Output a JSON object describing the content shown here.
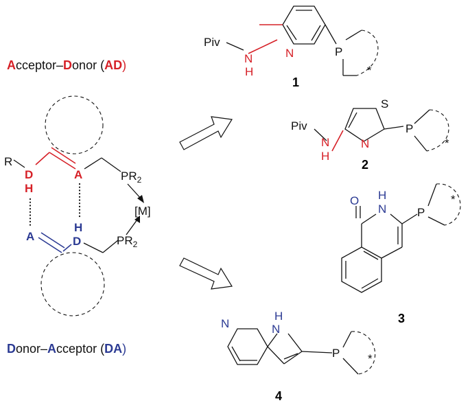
{
  "legend": {
    "ad": {
      "a": "A",
      "rest1": "cceptor–",
      "d": "D",
      "rest2": "onor (",
      "abbr": "AD",
      "close": ")"
    },
    "da": {
      "d": "D",
      "rest1": "onor–",
      "a": "A",
      "rest2": "cceptor (",
      "abbr": "DA",
      "close": ")"
    },
    "colors": {
      "acceptor_donor": "#d62027",
      "donor_acceptor": "#2b3a93"
    }
  },
  "scheme": {
    "R": "R",
    "D_top": "D",
    "H_top": "H",
    "A_top": "A",
    "PR2_top": "PR",
    "PR2_top_sub": "2",
    "M": "[M]",
    "A_bottom": "A",
    "H_bottom": "H",
    "D_bottom": "D",
    "PR2_bottom": "PR",
    "PR2_bottom_sub": "2"
  },
  "compounds": [
    {
      "number": "1",
      "piv": "Piv",
      "N": "N",
      "H": "H",
      "ringN": "N",
      "P": "P",
      "star": "*"
    },
    {
      "number": "2",
      "S": "S",
      "piv": "Piv",
      "N": "N",
      "H": "H",
      "ringN": "N",
      "P": "P",
      "star": "*"
    },
    {
      "number": "3",
      "O": "O",
      "H": "H",
      "N": "N",
      "P": "P",
      "star": "*"
    },
    {
      "number": "4",
      "N": "N",
      "H": "H",
      "NH_N": "N",
      "P": "P",
      "star": "*"
    }
  ]
}
